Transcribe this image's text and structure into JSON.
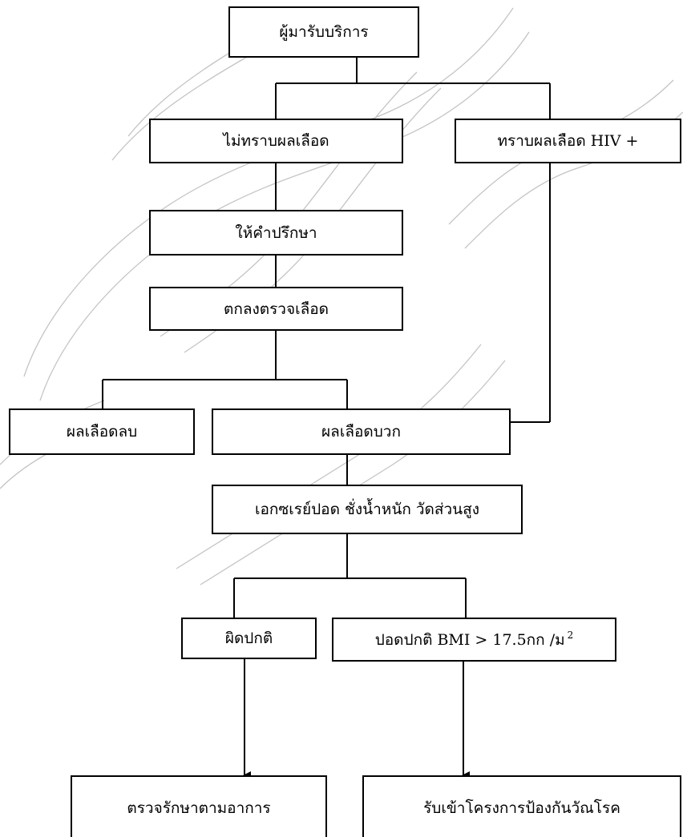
{
  "nodes": {
    "service_recipient": "ผู้มารับบริการ",
    "unknown_blood_result": "ไม่ทราบผลเลือด",
    "known_hiv_positive": "ทราบผลเลือด HIV +",
    "counseling": "ให้คำปรึกษา",
    "agree_blood_test": "ตกลงตรวจเลือด",
    "blood_negative": "ผลเลือดลบ",
    "blood_positive": "ผลเลือดบวก",
    "xray_weight_height": "เอกซเรย์ปอด ชั่งน้ำหนัก วัดส่วนสูง",
    "abnormal": "ผิดปกติ",
    "normal_lung_bmi": "ปอดปกติ BMI > 17.5กก /ม",
    "normal_lung_bmi_superscript": "2",
    "treat_by_symptoms": "ตรวจรักษาตามอาการ",
    "enroll_tb_prevention": "รับเข้าโครงการป้องกันวัณโรค"
  },
  "watermark_color": "#b0b0b0",
  "line_color": "#000000"
}
